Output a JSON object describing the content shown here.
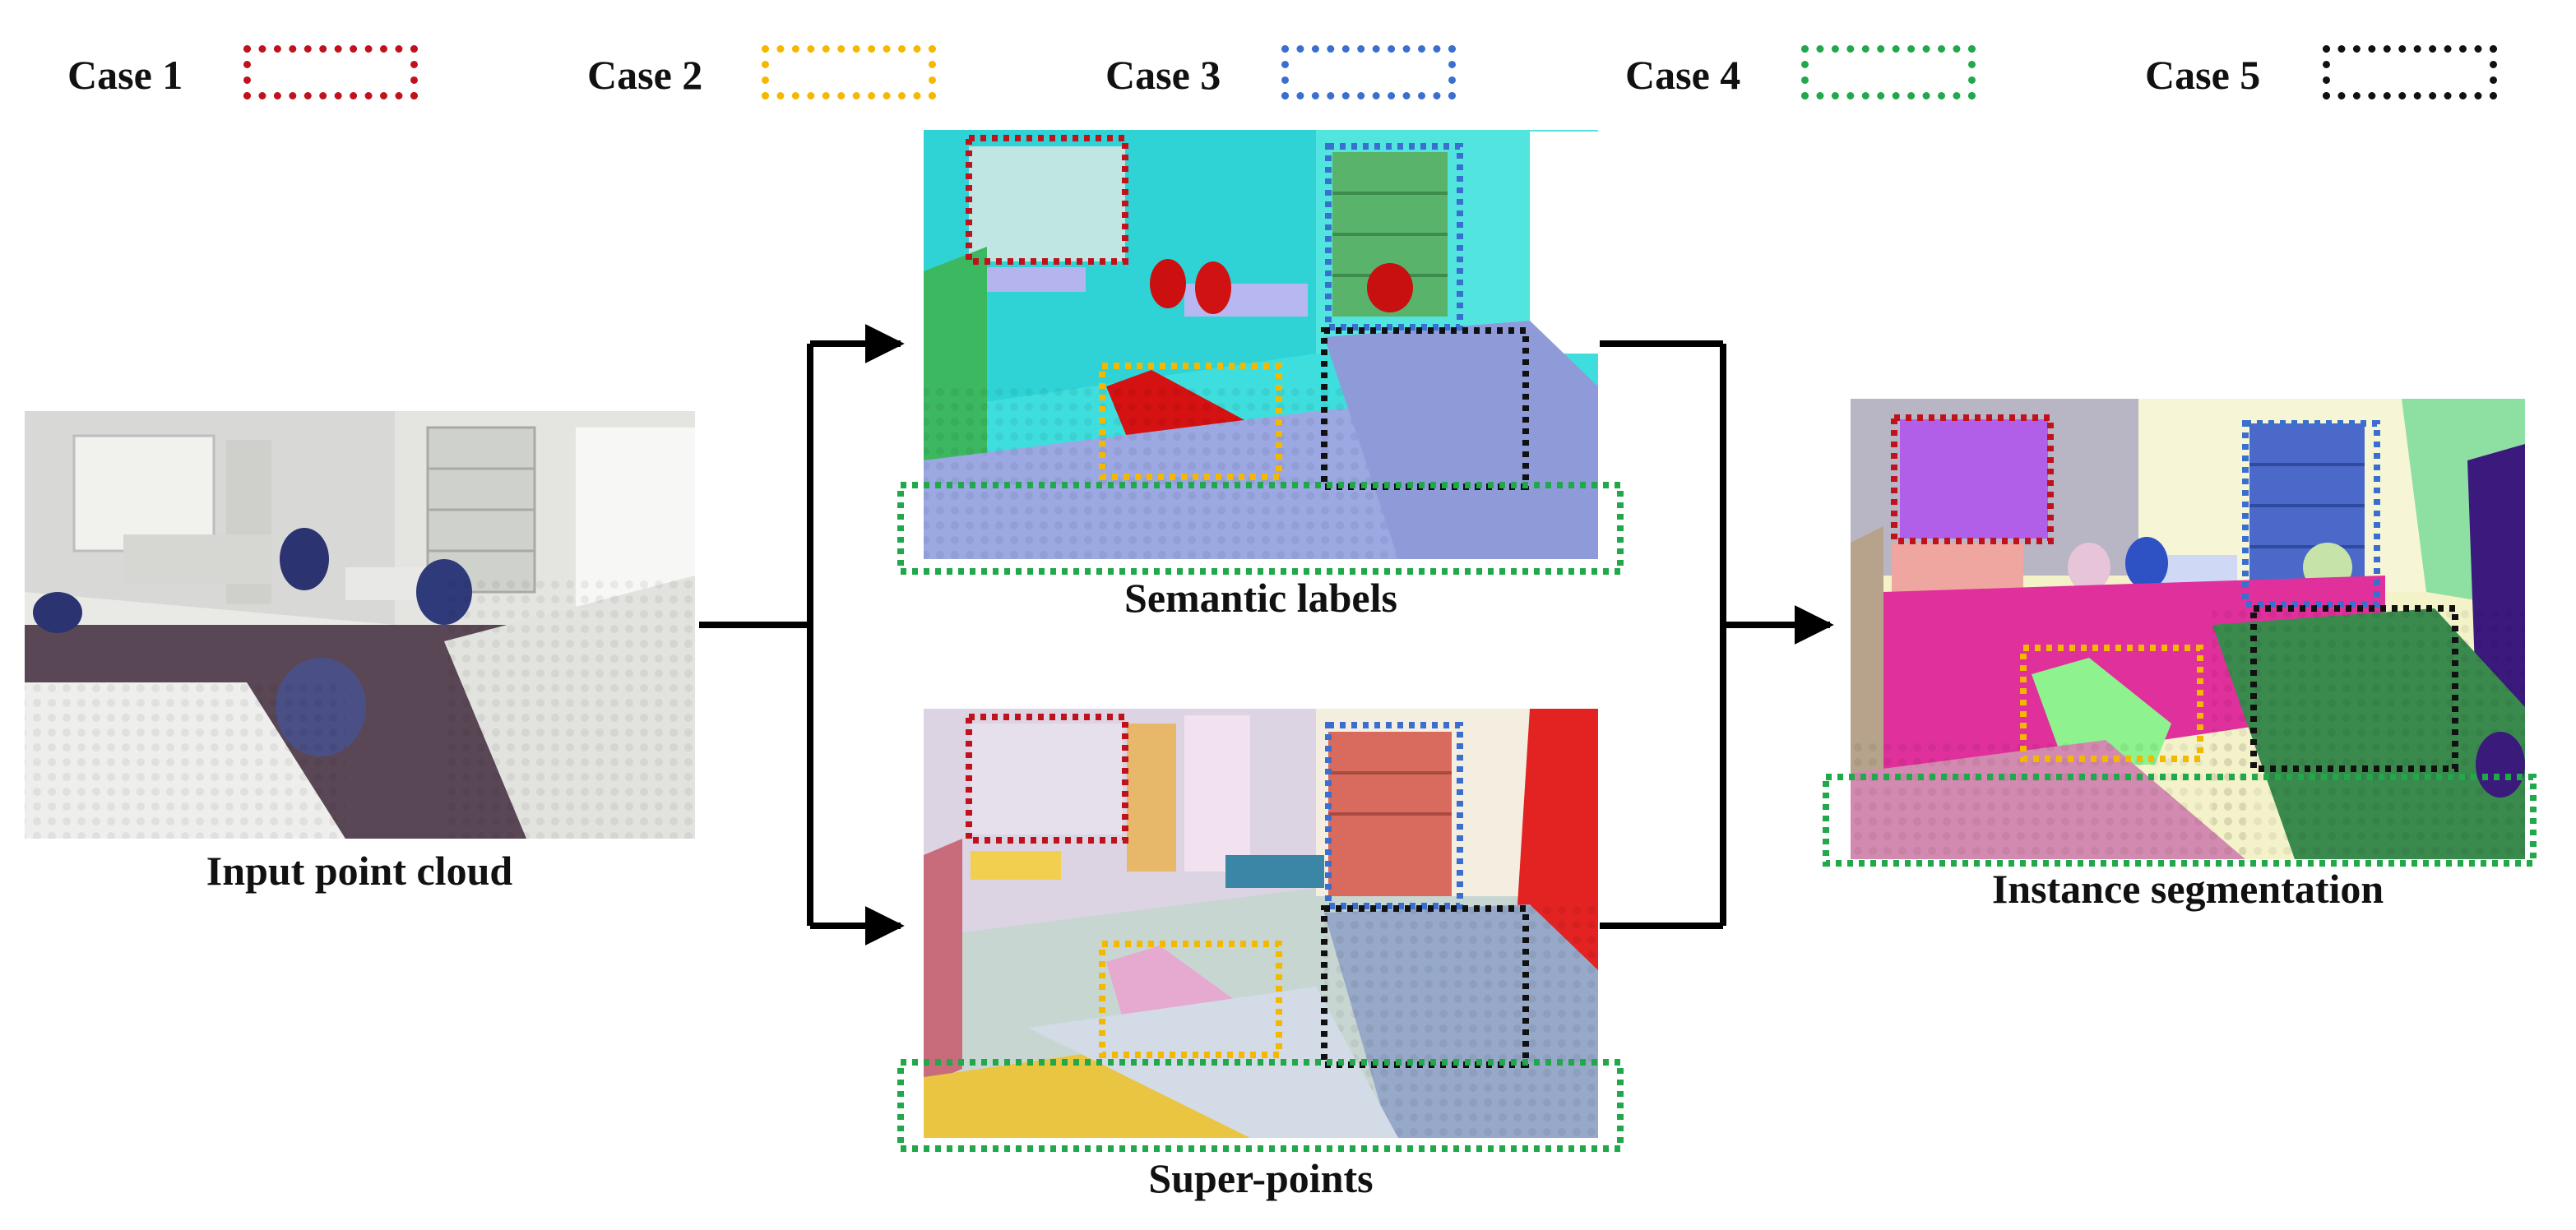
{
  "legend": [
    {
      "label": "Case 1",
      "color": "#c0121c"
    },
    {
      "label": "Case 2",
      "color": "#f5b800"
    },
    {
      "label": "Case 3",
      "color": "#3a6fd0"
    },
    {
      "label": "Case 4",
      "color": "#20a84a"
    },
    {
      "label": "Case 5",
      "color": "#111111"
    }
  ],
  "panels": {
    "input": {
      "caption": "Input point cloud"
    },
    "semantic": {
      "caption": "Semantic labels"
    },
    "superpoints": {
      "caption": "Super-points"
    },
    "instance": {
      "caption": "Instance segmentation"
    }
  },
  "colors": {
    "arrow": "#000000"
  }
}
